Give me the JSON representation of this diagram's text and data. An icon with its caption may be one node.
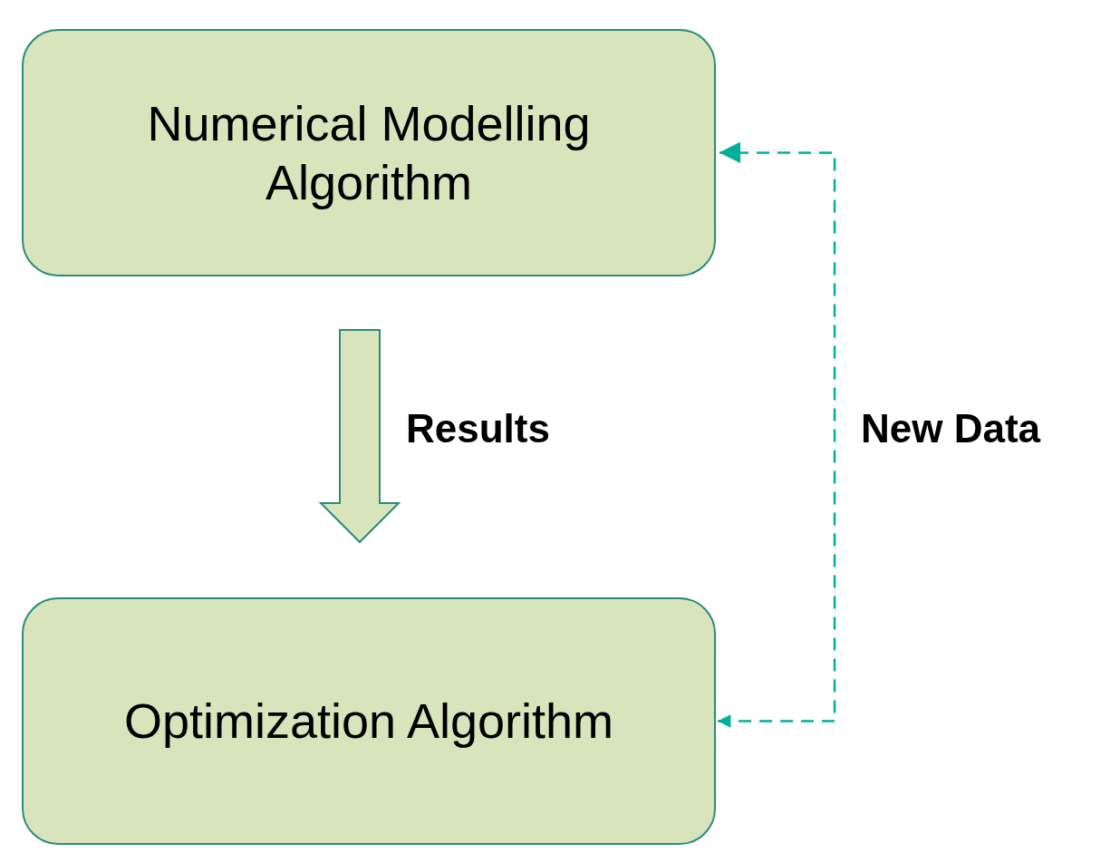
{
  "diagram": {
    "nodes": [
      {
        "text": [
          "Numerical Modelling Algorithm"
        ]
      },
      {
        "text": [
          "Optimization Algorithm"
        ]
      }
    ],
    "edges": [
      {
        "from": 0,
        "to": 1,
        "arrow": "to",
        "label": "Results",
        "style": "thick"
      },
      {
        "from": 1,
        "to": 0,
        "arrow": "both",
        "label": "New Data",
        "style": "dashed",
        "color": "#00b09b"
      }
    ]
  }
}
